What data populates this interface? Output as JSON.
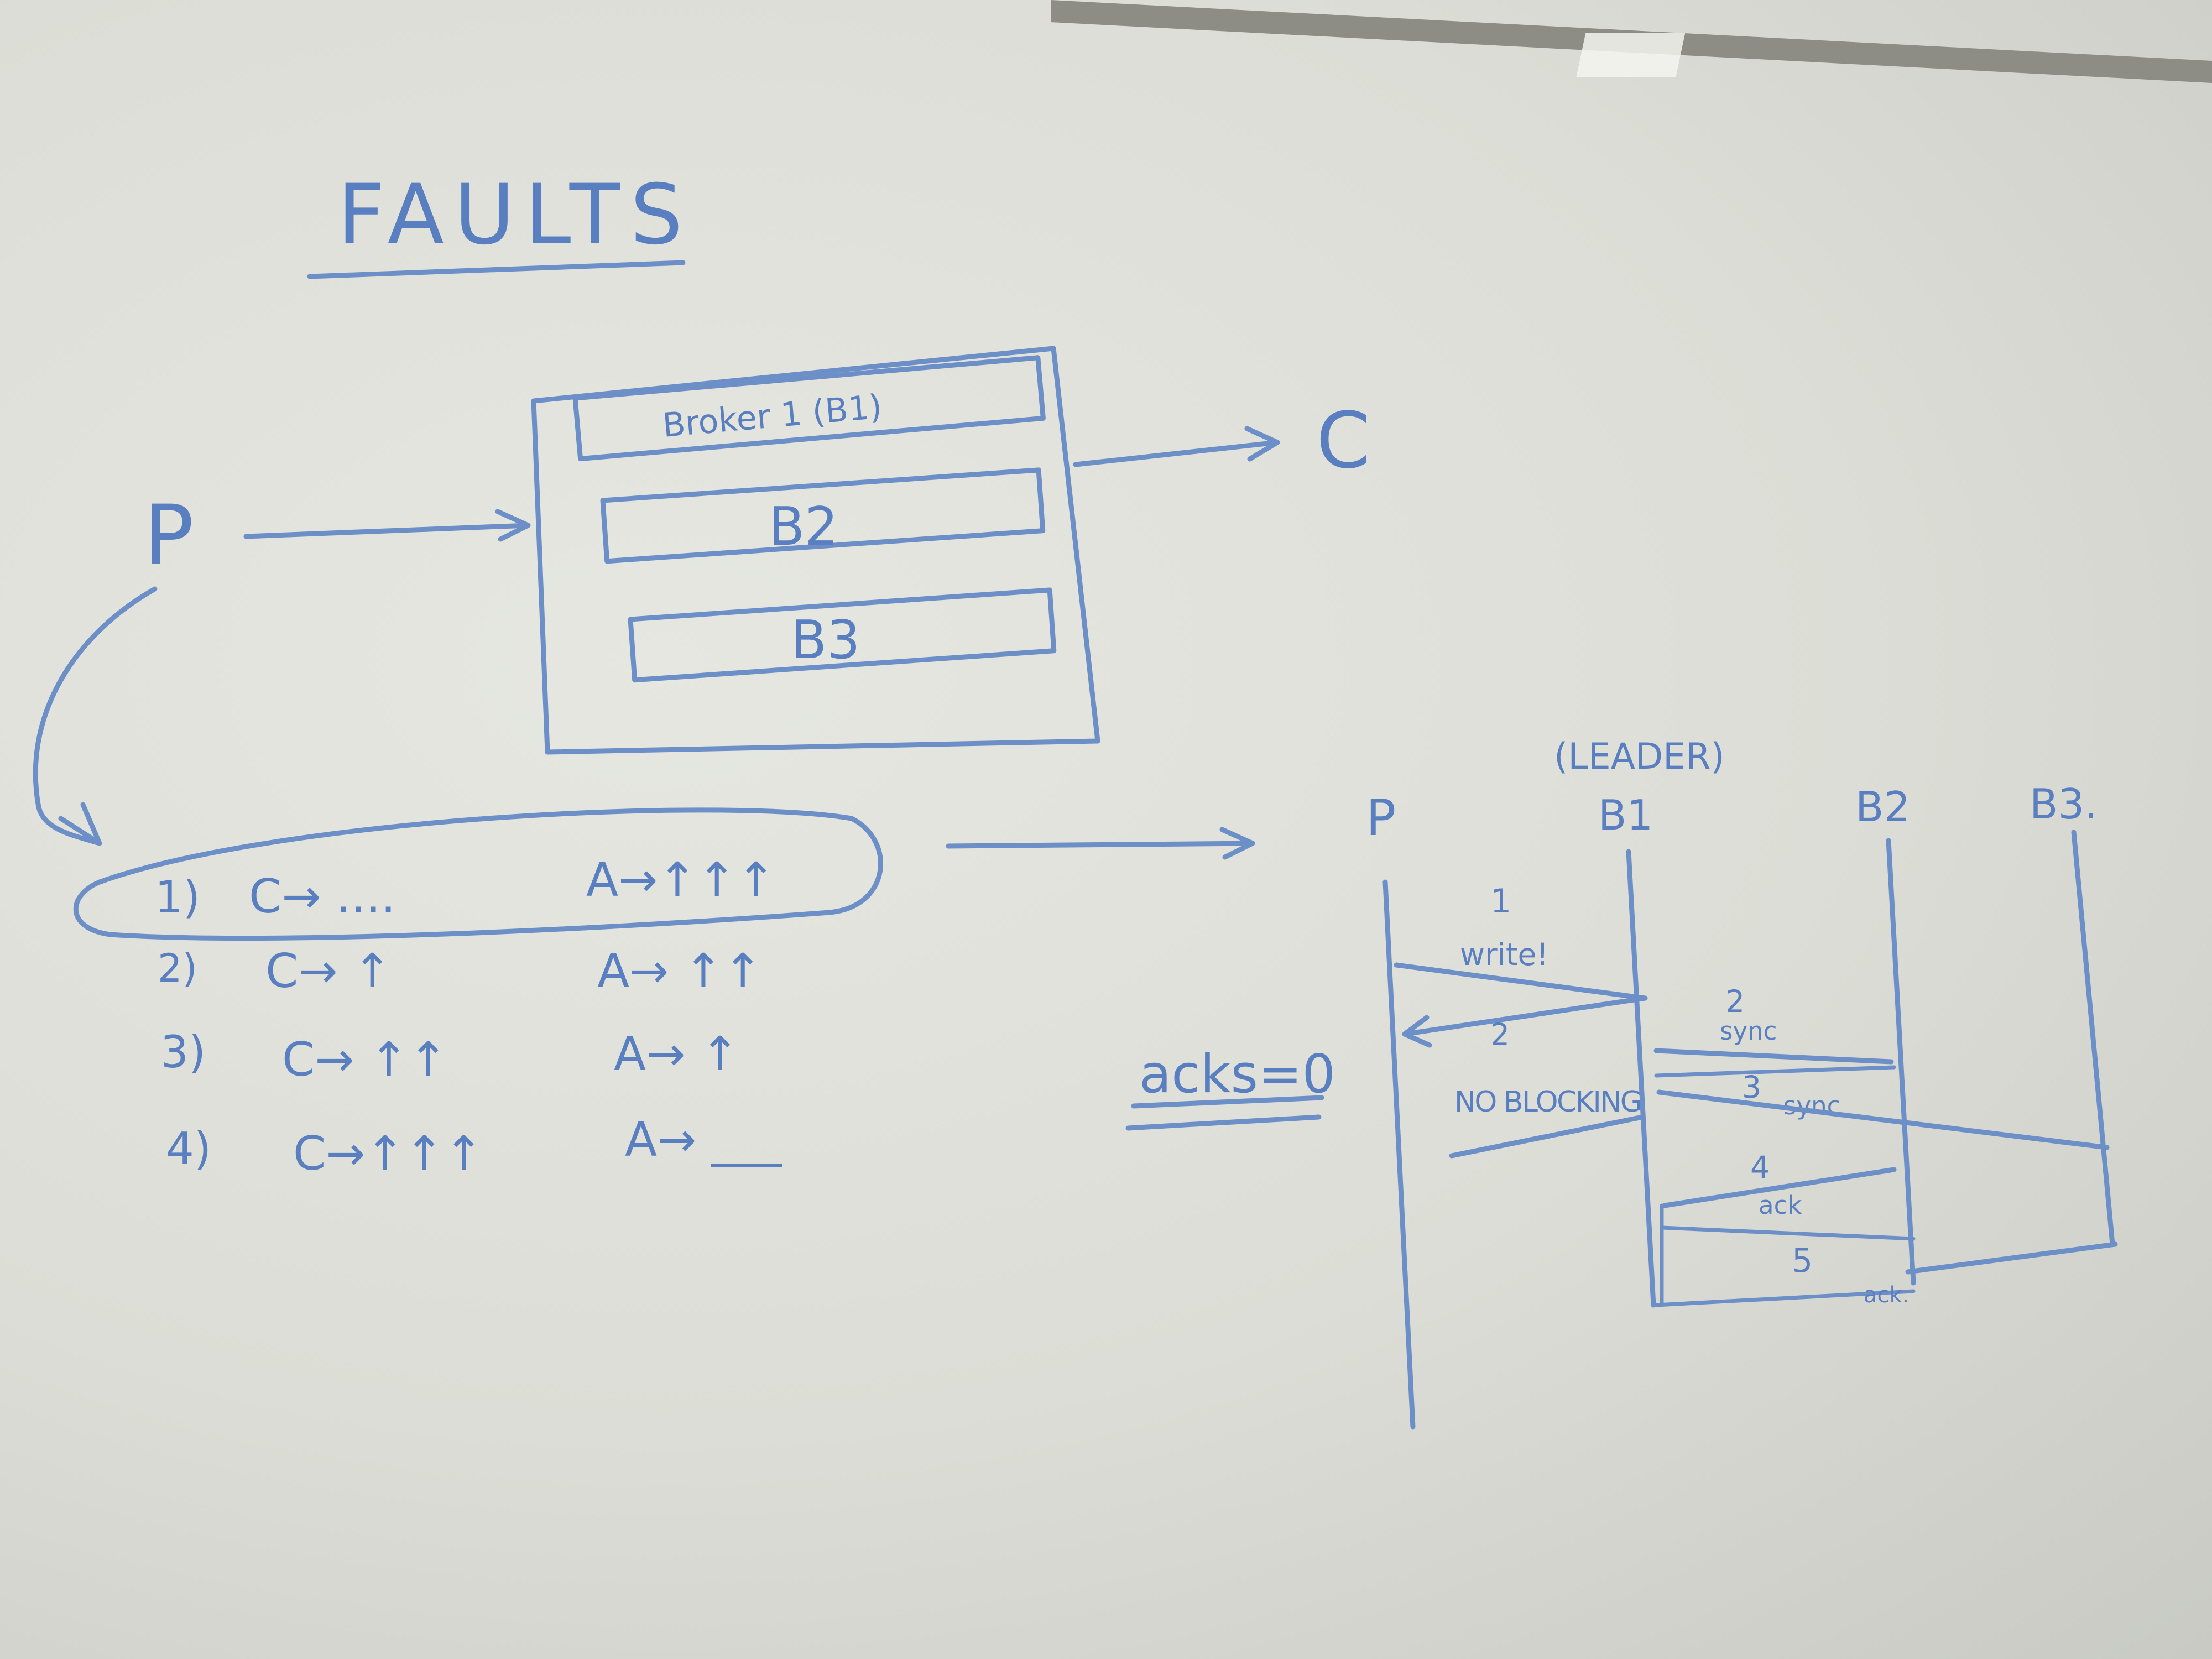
{
  "title": "FAULTS",
  "brokers": [
    "Broker 1 (B1)",
    "B2",
    "B3"
  ],
  "producer": "P",
  "consumer": "C",
  "scenarios": [
    {
      "num": "1)",
      "c": "C→ ....",
      "a": "A→↑↑↑"
    },
    {
      "num": "2)",
      "c": "C→ ↑",
      "a": "A→ ↑↑"
    },
    {
      "num": "3)",
      "c": "C→ ↑↑",
      "a": "A→ ↑"
    },
    {
      "num": "4)",
      "c": "C→↑↑↑",
      "a": "A→ ___"
    }
  ],
  "acks_label": "acks=0",
  "sequence": {
    "leader_label": "(LEADER)",
    "lanes": [
      "P",
      "B1",
      "B2",
      "B3."
    ],
    "steps": [
      {
        "num": "1",
        "text": "write!"
      },
      {
        "num": "2",
        "text": "NO BLOCKING"
      },
      {
        "num": "2",
        "text": "sync"
      },
      {
        "num": "3",
        "text": "sync"
      },
      {
        "num": "4",
        "text": "ack"
      },
      {
        "num": "5",
        "text": "ack."
      }
    ]
  }
}
